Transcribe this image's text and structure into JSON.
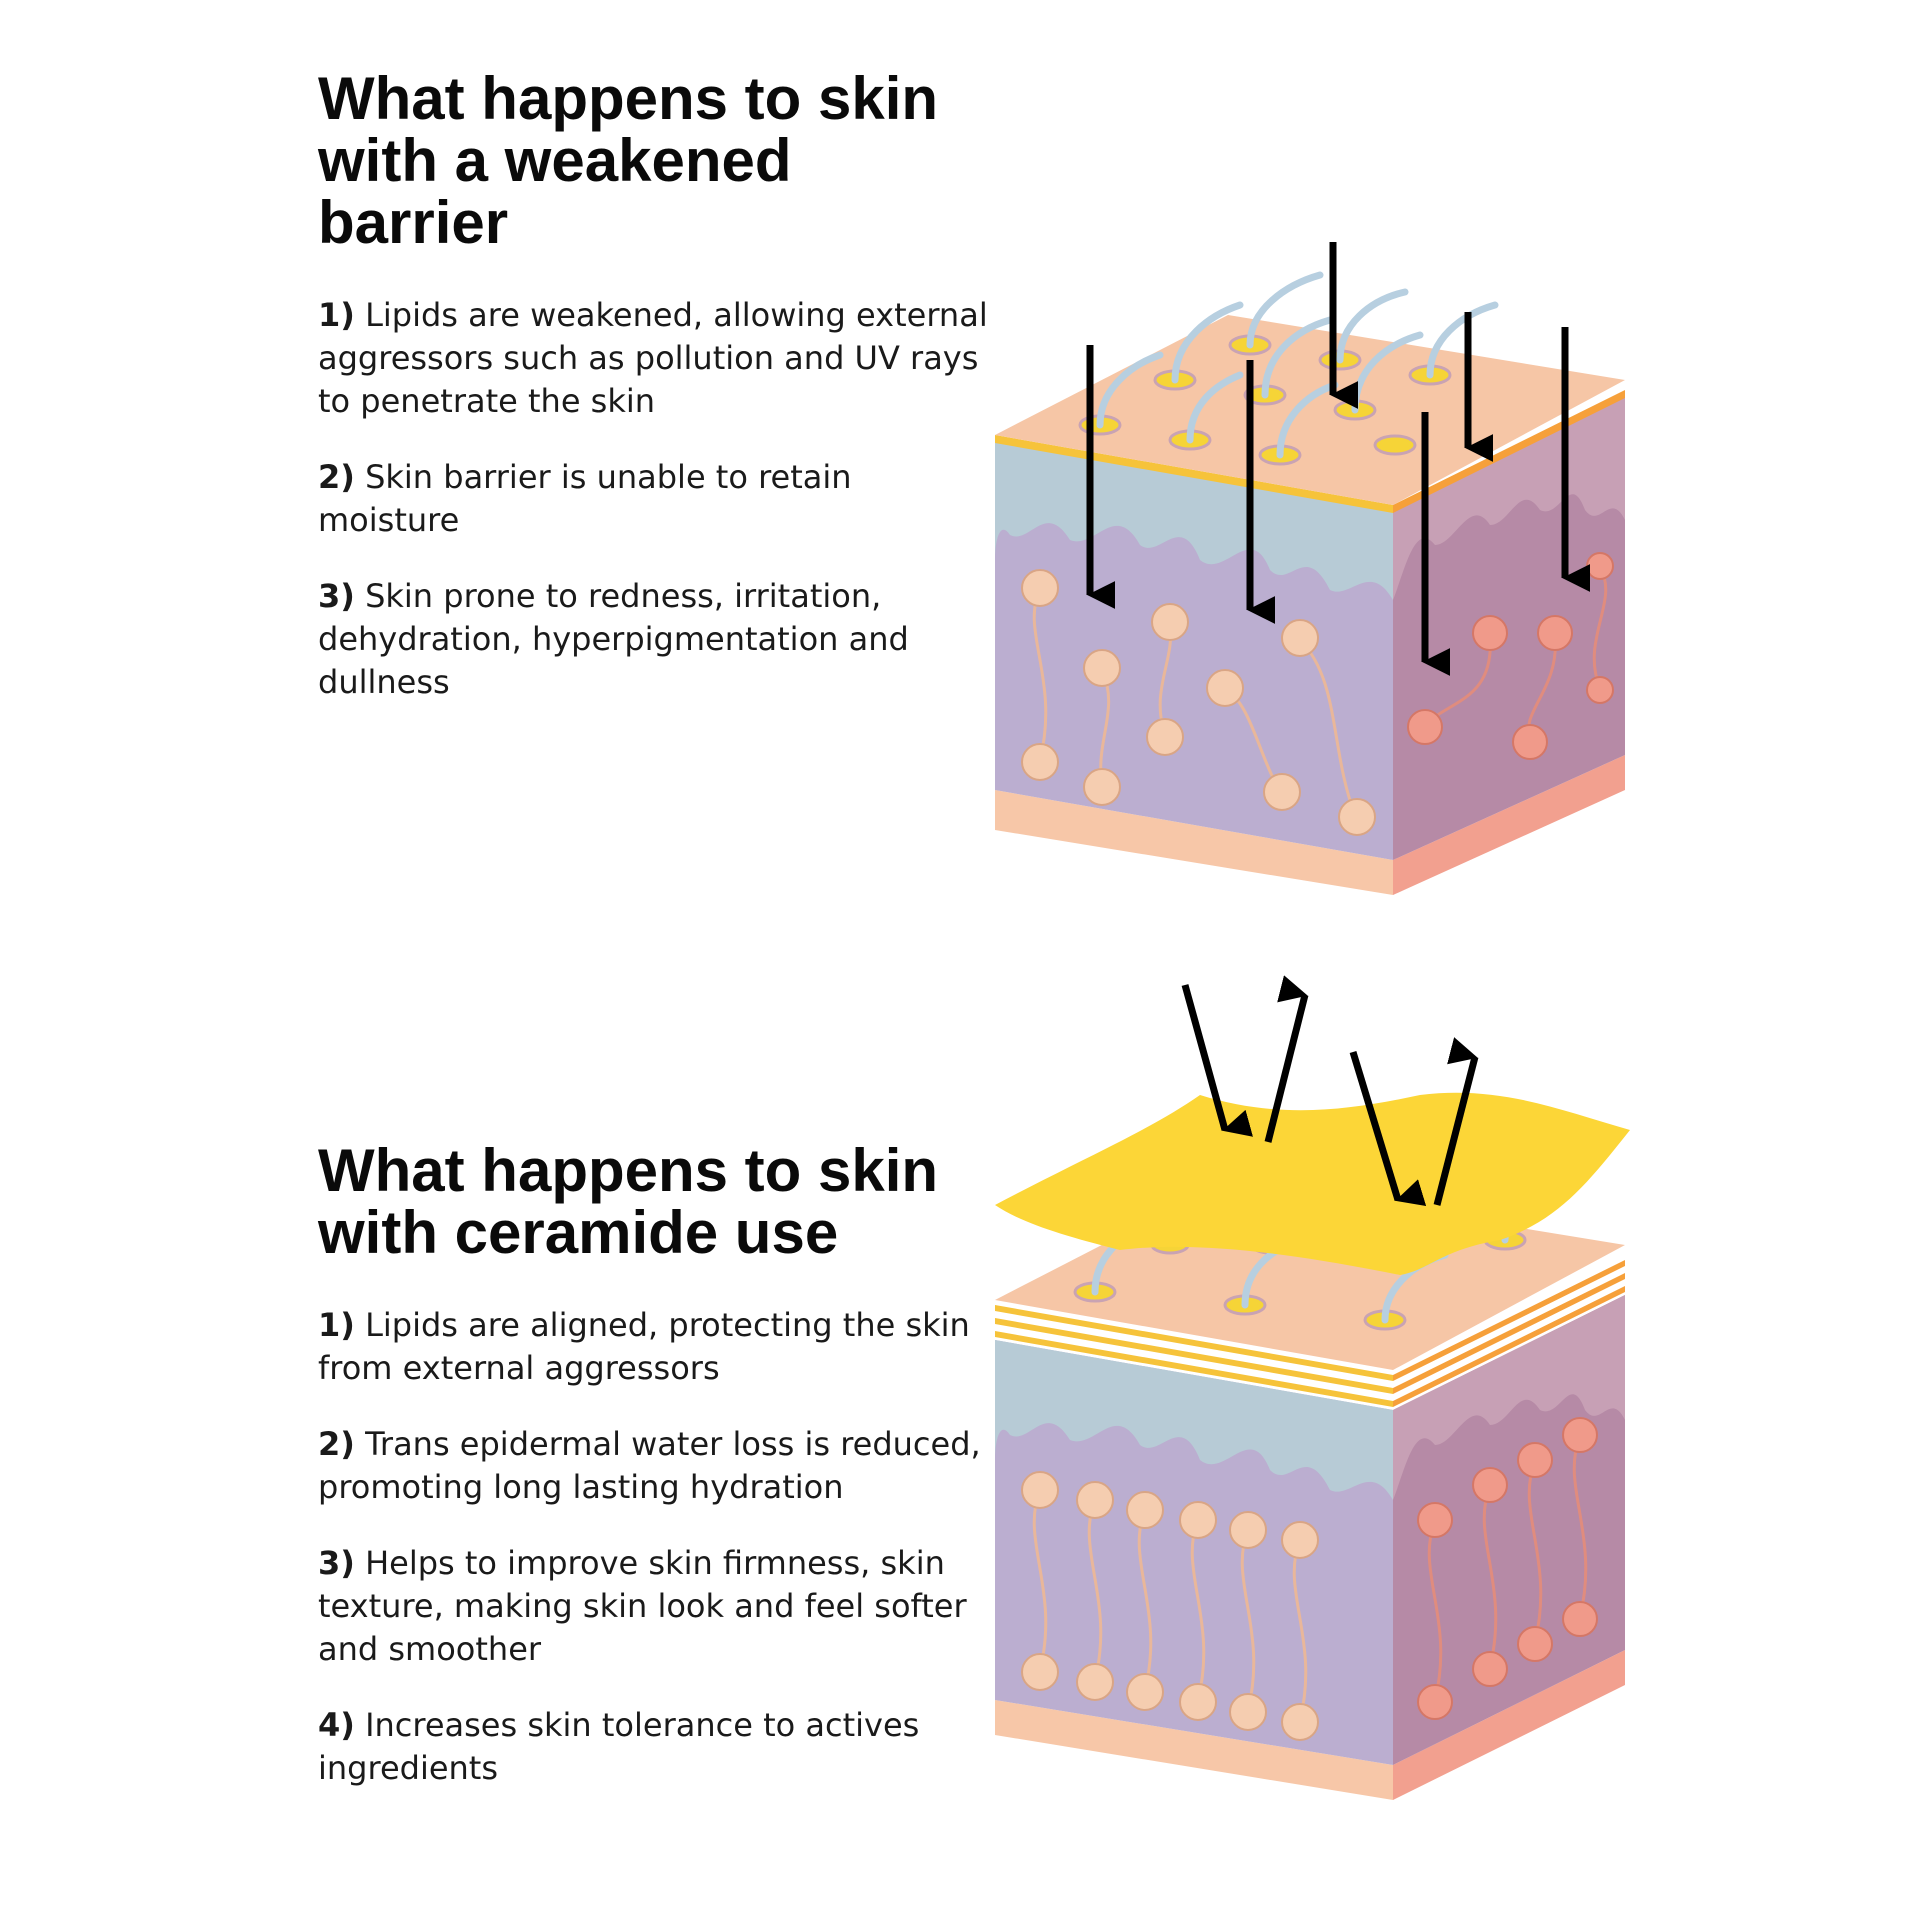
{
  "sections": [
    {
      "title": "What happens to skin\nwith a weakened barrier",
      "points": [
        {
          "num": "1)",
          "text": " Lipids are weakened, allowing external aggressors such as pollution and UV rays to penetrate the skin"
        },
        {
          "num": "2)",
          "text": " Skin barrier is unable to retain moisture"
        },
        {
          "num": "3)",
          "text": " Skin prone to redness, irritation, dehydration, hyperpigmentation and dullness"
        }
      ]
    },
    {
      "title": "What happens to skin\nwith ceramide use",
      "points": [
        {
          "num": "1)",
          "text": " Lipids are aligned, protecting the skin from external aggressors"
        },
        {
          "num": "2)",
          "text": " Trans epidermal water loss is reduced, promoting long lasting hydration"
        },
        {
          "num": "3)",
          "text": " Helps to improve skin firmness, skin texture, making skin look and feel softer and smoother"
        },
        {
          "num": "4)",
          "text": " Increases skin tolerance to actives ingredients"
        }
      ]
    }
  ],
  "colors": {
    "top_surface": "#f6c6a6",
    "barrier_line": "#f6c33a",
    "epidermis_front": "#b7cbd6",
    "dermis_front": "#bbaed0",
    "dermis_side": "#b68aa6",
    "base_front": "#f7c7a8",
    "base_side": "#f2a08f",
    "lipid_front": "#f5cdb0",
    "lipid_side": "#f09a8a",
    "hair": "#b7cfe0",
    "pore": "#f6d437",
    "ceramide_sheet": "#fcd637",
    "arrow": "#000000"
  }
}
